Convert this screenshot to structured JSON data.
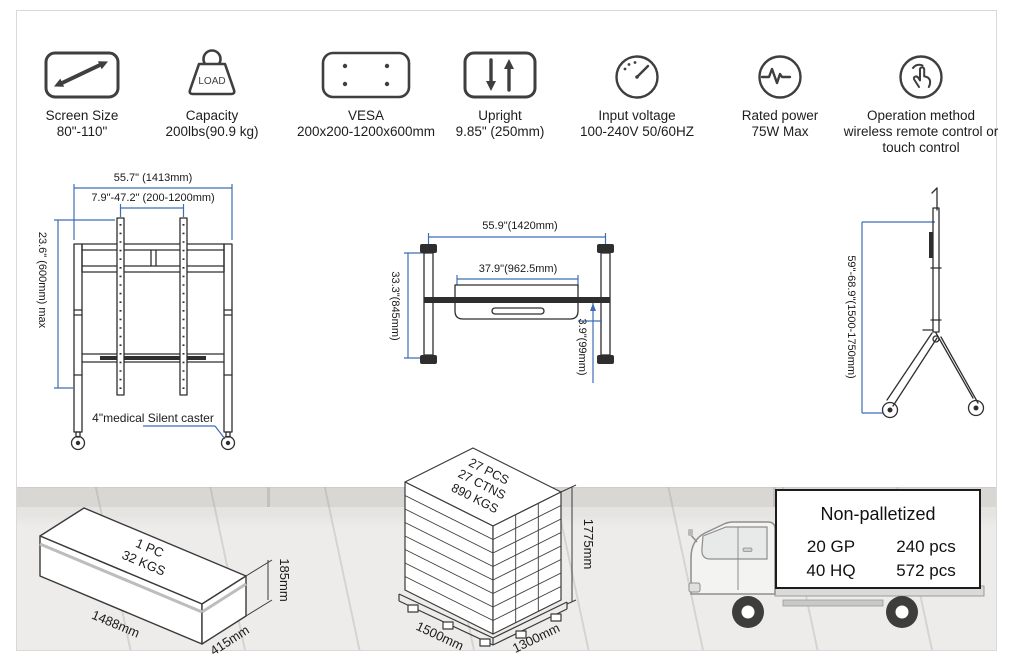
{
  "colors": {
    "dimension_blue": "#3e6db5",
    "line_dark": "#2e2e2e"
  },
  "specs": [
    {
      "title": "Screen Size",
      "value": "80\"-110\""
    },
    {
      "title": "Capacity",
      "value": "200lbs(90.9 kg)",
      "badge": "LOAD"
    },
    {
      "title": "VESA",
      "value": "200x200-1200x600mm"
    },
    {
      "title": "Upright",
      "value": "9.85\" (250mm)"
    },
    {
      "title": "Input voltage",
      "value": "100-240V 50/60HZ"
    },
    {
      "title": "Rated power",
      "value": "75W Max"
    },
    {
      "title": "Operation method",
      "value": "wireless remote control or touch control"
    }
  ],
  "front_view": {
    "width_total": "55.7\" (1413mm)",
    "width_vesa": "7.9\"-47.2\" (200-1200mm)",
    "height_vesa": "23.6\" (600mm) max",
    "caster_note": "4\"medical Silent caster"
  },
  "top_view": {
    "width_total": "55.9\"(1420mm)",
    "width_tray": "37.9\"(962.5mm)",
    "depth_total": "33.3\"(845mm)",
    "tray_depth": "3.9\"(99mm)"
  },
  "side_view": {
    "height_range": "59\"-68.9\"(1500-1750mm)"
  },
  "packaging": {
    "carton": {
      "qty": "1 PC",
      "weight": "32 KGS",
      "length": "1488mm",
      "depth": "415mm",
      "height": "185mm"
    },
    "pallet": {
      "qty": "27 PCS",
      "cartons": "27 CTNS",
      "weight": "890 KGS",
      "length": "1500mm",
      "depth": "1300mm",
      "height": "1775mm"
    },
    "shipping": {
      "title": "Non-palletized",
      "rows": [
        {
          "container": "20 GP",
          "quantity": "240 pcs"
        },
        {
          "container": "40 HQ",
          "quantity": "572 pcs"
        }
      ]
    }
  }
}
